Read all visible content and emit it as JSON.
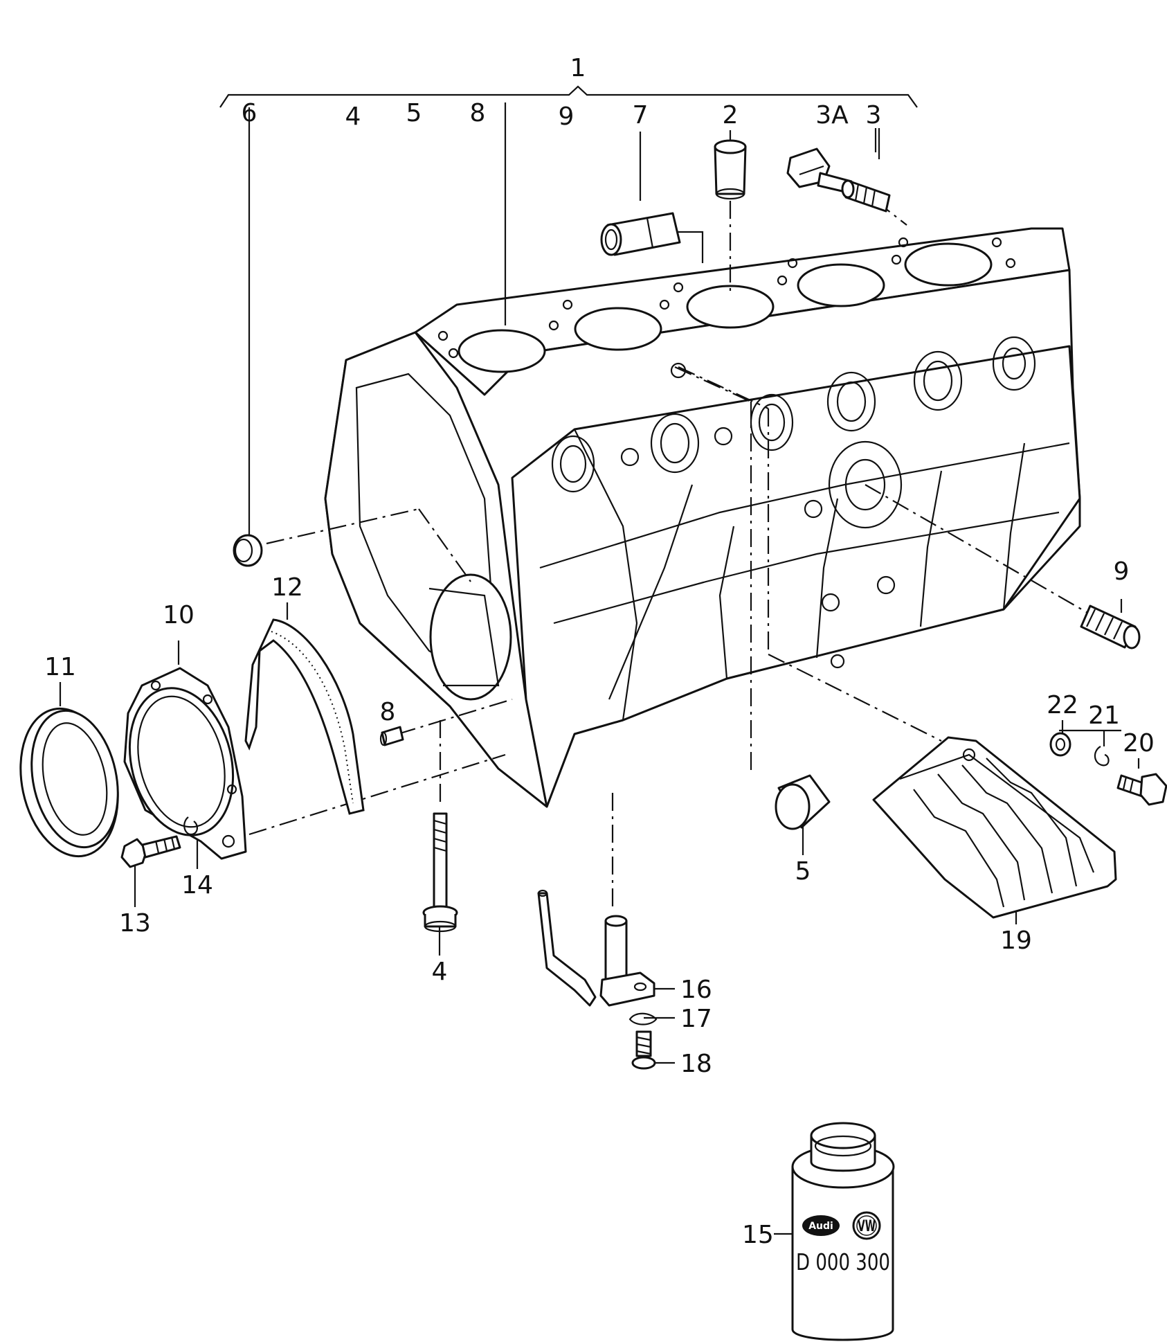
{
  "labels": {
    "p1": "1",
    "p2": "2",
    "p3": "3",
    "p3a": "3A",
    "p4_top": "4",
    "p4_bottom": "4",
    "p5_top": "5",
    "p5_bottom": "5",
    "p6": "6",
    "p7": "7",
    "p8_top": "8",
    "p8_left": "8",
    "p9_top": "9",
    "p9_right": "9",
    "p10": "10",
    "p11": "11",
    "p12": "12",
    "p13": "13",
    "p14": "14",
    "p15": "15",
    "p16": "16",
    "p17": "17",
    "p18": "18",
    "p19": "19",
    "p20": "20",
    "p21": "21",
    "p22": "22"
  },
  "can": {
    "brand_audi": "Audi",
    "brand_vw": "VW",
    "part_number": "D 000 300"
  }
}
